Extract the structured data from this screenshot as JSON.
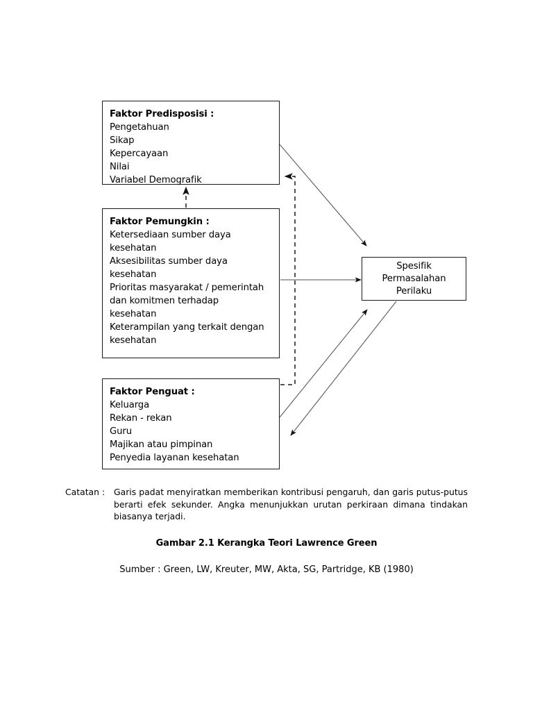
{
  "figure": {
    "title": "Gambar 2.1 Kerangka Teori Lawrence Green",
    "source": "Sumber : Green, LW, Kreuter, MW, Akta, SG, Partridge, KB (1980)",
    "note_label": "Catatan :",
    "note_body": "Garis padat menyiratkan memberikan kontribusi pengaruh, dan garis putus-putus berarti efek sekunder. Angka menunjukkan urutan perkiraan dimana tindakan biasanya terjadi."
  },
  "colors": {
    "stroke": "#1a1a1a",
    "connector": "#555555",
    "background": "#ffffff",
    "text": "#000000"
  },
  "nodes": {
    "predisposisi": {
      "title": "Faktor Predisposisi :",
      "items": [
        "Pengetahuan",
        "Sikap",
        "Kepercayaan",
        "Nilai",
        "Variabel Demografik"
      ]
    },
    "pemungkin": {
      "title": "Faktor Pemungkin :",
      "items": [
        "Ketersediaan sumber daya",
        "kesehatan",
        "Aksesibilitas sumber daya",
        "kesehatan",
        "Prioritas masyarakat / pemerintah",
        "dan komitmen terhadap",
        "kesehatan",
        "Keterampilan yang terkait dengan",
        "kesehatan"
      ]
    },
    "penguat": {
      "title": "Faktor Penguat :",
      "items": [
        "Keluarga",
        "Rekan - rekan",
        "Guru",
        "Majikan atau pimpinan",
        "Penyedia layanan kesehatan"
      ]
    },
    "spesifik": {
      "lines": [
        "Spesifik",
        "Permasalahan",
        "Perilaku"
      ]
    }
  },
  "connectors": [
    {
      "name": "predisposisi-to-spesifik",
      "style": "solid",
      "from": "predisposisi",
      "to": "spesifik",
      "arrow": "end"
    },
    {
      "name": "pemungkin-to-spesifik",
      "style": "solid",
      "from": "pemungkin",
      "to": "spesifik",
      "arrow": "end"
    },
    {
      "name": "penguat-to-spesifik",
      "style": "solid",
      "from": "penguat",
      "to": "spesifik",
      "arrow": "end"
    },
    {
      "name": "spesifik-to-penguat",
      "style": "solid",
      "from": "spesifik",
      "to": "penguat",
      "arrow": "end"
    },
    {
      "name": "pemungkin-to-predisposisi",
      "style": "dashed",
      "from": "pemungkin",
      "to": "predisposisi",
      "arrow": "end"
    },
    {
      "name": "penguat-to-predisposisi",
      "style": "dashed",
      "from": "penguat",
      "to": "predisposisi",
      "arrow": "end"
    }
  ]
}
